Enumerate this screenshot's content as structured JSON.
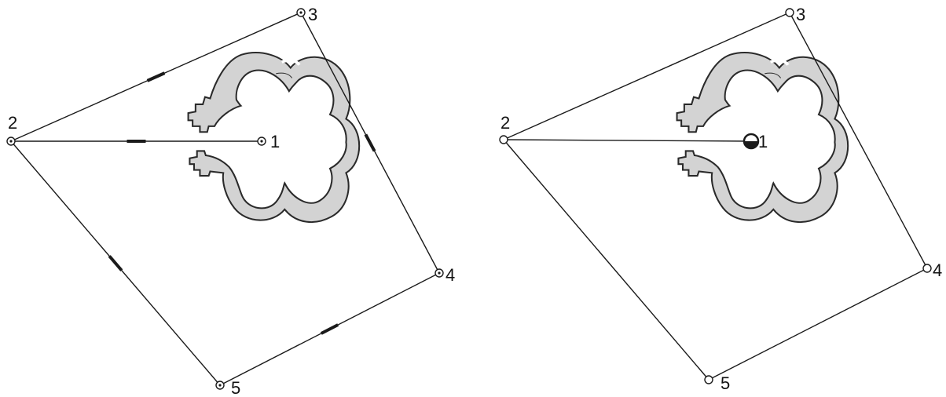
{
  "diagrams": [
    {
      "id": "left",
      "nodes": [
        {
          "label": "1",
          "marker": "dotted-circle"
        },
        {
          "label": "2",
          "marker": "dotted-circle"
        },
        {
          "label": "3",
          "marker": "dotted-circle"
        },
        {
          "label": "4",
          "marker": "dotted-circle"
        },
        {
          "label": "5",
          "marker": "dotted-circle"
        }
      ],
      "edges": [
        {
          "from": "2",
          "to": "3",
          "tick": true
        },
        {
          "from": "3",
          "to": "4",
          "tick": true
        },
        {
          "from": "4",
          "to": "5",
          "tick": true
        },
        {
          "from": "5",
          "to": "2",
          "tick": true
        },
        {
          "from": "2",
          "to": "1",
          "tick": true
        }
      ]
    },
    {
      "id": "right",
      "nodes": [
        {
          "label": "1",
          "marker": "half-filled-circle"
        },
        {
          "label": "2",
          "marker": "open-circle"
        },
        {
          "label": "3",
          "marker": "open-circle"
        },
        {
          "label": "4",
          "marker": "open-circle"
        },
        {
          "label": "5",
          "marker": "open-circle"
        }
      ],
      "edges": [
        {
          "from": "2",
          "to": "3",
          "tick": false
        },
        {
          "from": "3",
          "to": "4",
          "tick": false
        },
        {
          "from": "4",
          "to": "5",
          "tick": false
        },
        {
          "from": "5",
          "to": "2",
          "tick": false
        },
        {
          "from": "2",
          "to": "1",
          "tick": false
        }
      ]
    }
  ],
  "colors": {
    "line": "#1a1a1a",
    "ring_fill": "#d3d3d3",
    "background": "#ffffff"
  }
}
